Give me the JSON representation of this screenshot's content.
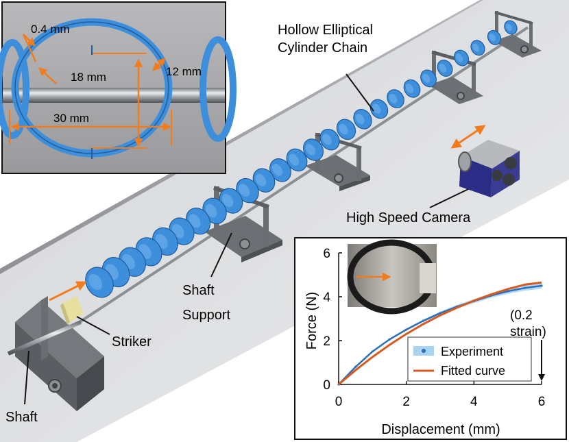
{
  "labels": {
    "chain": [
      "Hollow Elliptical",
      "Cylinder Chain"
    ],
    "camera": "High Speed Camera",
    "shaft_support": [
      "Shaft",
      "Support"
    ],
    "striker": "Striker",
    "shaft": "Shaft"
  },
  "inset": {
    "thickness": "0.4 mm",
    "height": "18 mm",
    "width": "30 mm",
    "depth": "12 mm"
  },
  "chart_data": {
    "type": "line",
    "xlabel": "Displacement (mm)",
    "ylabel": "Force (N)",
    "xlim": [
      0,
      6
    ],
    "ylim": [
      0,
      6
    ],
    "xticks": [
      "0",
      "2",
      "4",
      "6"
    ],
    "yticks": [
      "0",
      "2",
      "4",
      "6"
    ],
    "annotation": [
      "(0.2",
      "strain)"
    ],
    "legend_position": "bottom-right",
    "series": [
      {
        "name": "Experiment",
        "x": [
          0,
          0.5,
          1,
          1.5,
          2,
          2.5,
          3,
          3.5,
          4,
          4.5,
          5,
          5.5,
          6
        ],
        "y": [
          0,
          0.8,
          1.5,
          2.05,
          2.5,
          2.9,
          3.25,
          3.55,
          3.8,
          4.05,
          4.25,
          4.4,
          4.5
        ],
        "band": 0.15
      },
      {
        "name": "Fitted curve",
        "x": [
          0,
          0.5,
          1,
          1.5,
          2,
          2.5,
          3,
          3.5,
          4,
          4.5,
          5,
          5.5,
          6
        ],
        "y": [
          0,
          0.65,
          1.25,
          1.8,
          2.3,
          2.75,
          3.15,
          3.5,
          3.82,
          4.1,
          4.35,
          4.55,
          4.65
        ]
      }
    ]
  },
  "colors": {
    "chain": "#3d8fdc",
    "arrow": "#f07c1e",
    "experiment": "#2a6fb8",
    "experiment_band": "#a9d3f2",
    "fitted": "#d75a22"
  }
}
